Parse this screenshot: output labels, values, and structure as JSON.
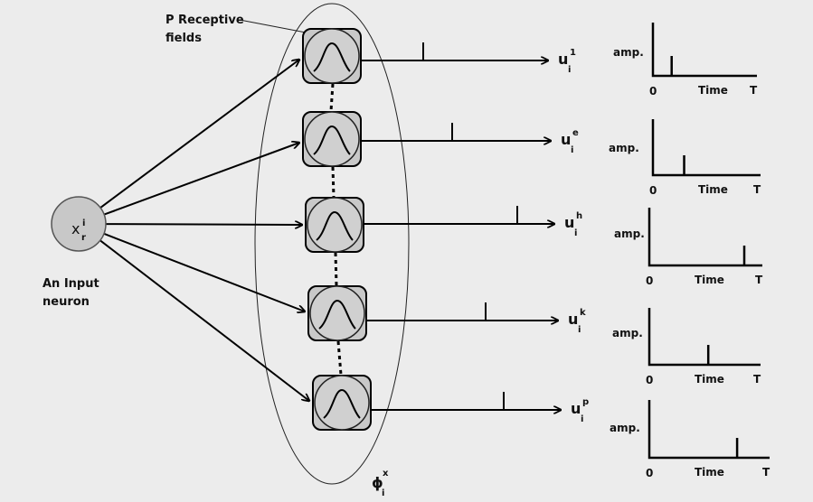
{
  "input_neuron": {
    "symbol": "x",
    "superscript": "i",
    "subscript": "r",
    "caption_line1": "An Input",
    "caption_line2": "neuron"
  },
  "receptive_fields": {
    "label_line1": "P Receptive",
    "label_line2": "fields"
  },
  "group_label": {
    "symbol": "ϕ",
    "superscript": "x",
    "subscript": "i"
  },
  "outputs": [
    {
      "symbol": "u",
      "superscript": "1",
      "subscript": "i"
    },
    {
      "symbol": "u",
      "superscript": "e",
      "subscript": "i"
    },
    {
      "symbol": "u",
      "superscript": "h",
      "subscript": "i"
    },
    {
      "symbol": "u",
      "superscript": "k",
      "subscript": "i"
    },
    {
      "symbol": "u",
      "superscript": "p",
      "subscript": "i"
    }
  ],
  "timing_plots": [
    {
      "ylabel": "amp.",
      "origin": "0",
      "xlabel": "Time",
      "end_label": "T",
      "spike_time_fraction": 0.18
    },
    {
      "ylabel": "amp.",
      "origin": "0",
      "xlabel": "Time",
      "end_label": "T",
      "spike_time_fraction": 0.29
    },
    {
      "ylabel": "amp.",
      "origin": "0",
      "xlabel": "Time",
      "end_label": "T",
      "spike_time_fraction": 0.84
    },
    {
      "ylabel": "amp.",
      "origin": "0",
      "xlabel": "Time",
      "end_label": "T",
      "spike_time_fraction": 0.53
    },
    {
      "ylabel": "amp.",
      "origin": "0",
      "xlabel": "Time",
      "end_label": "T",
      "spike_time_fraction": 0.73
    }
  ]
}
